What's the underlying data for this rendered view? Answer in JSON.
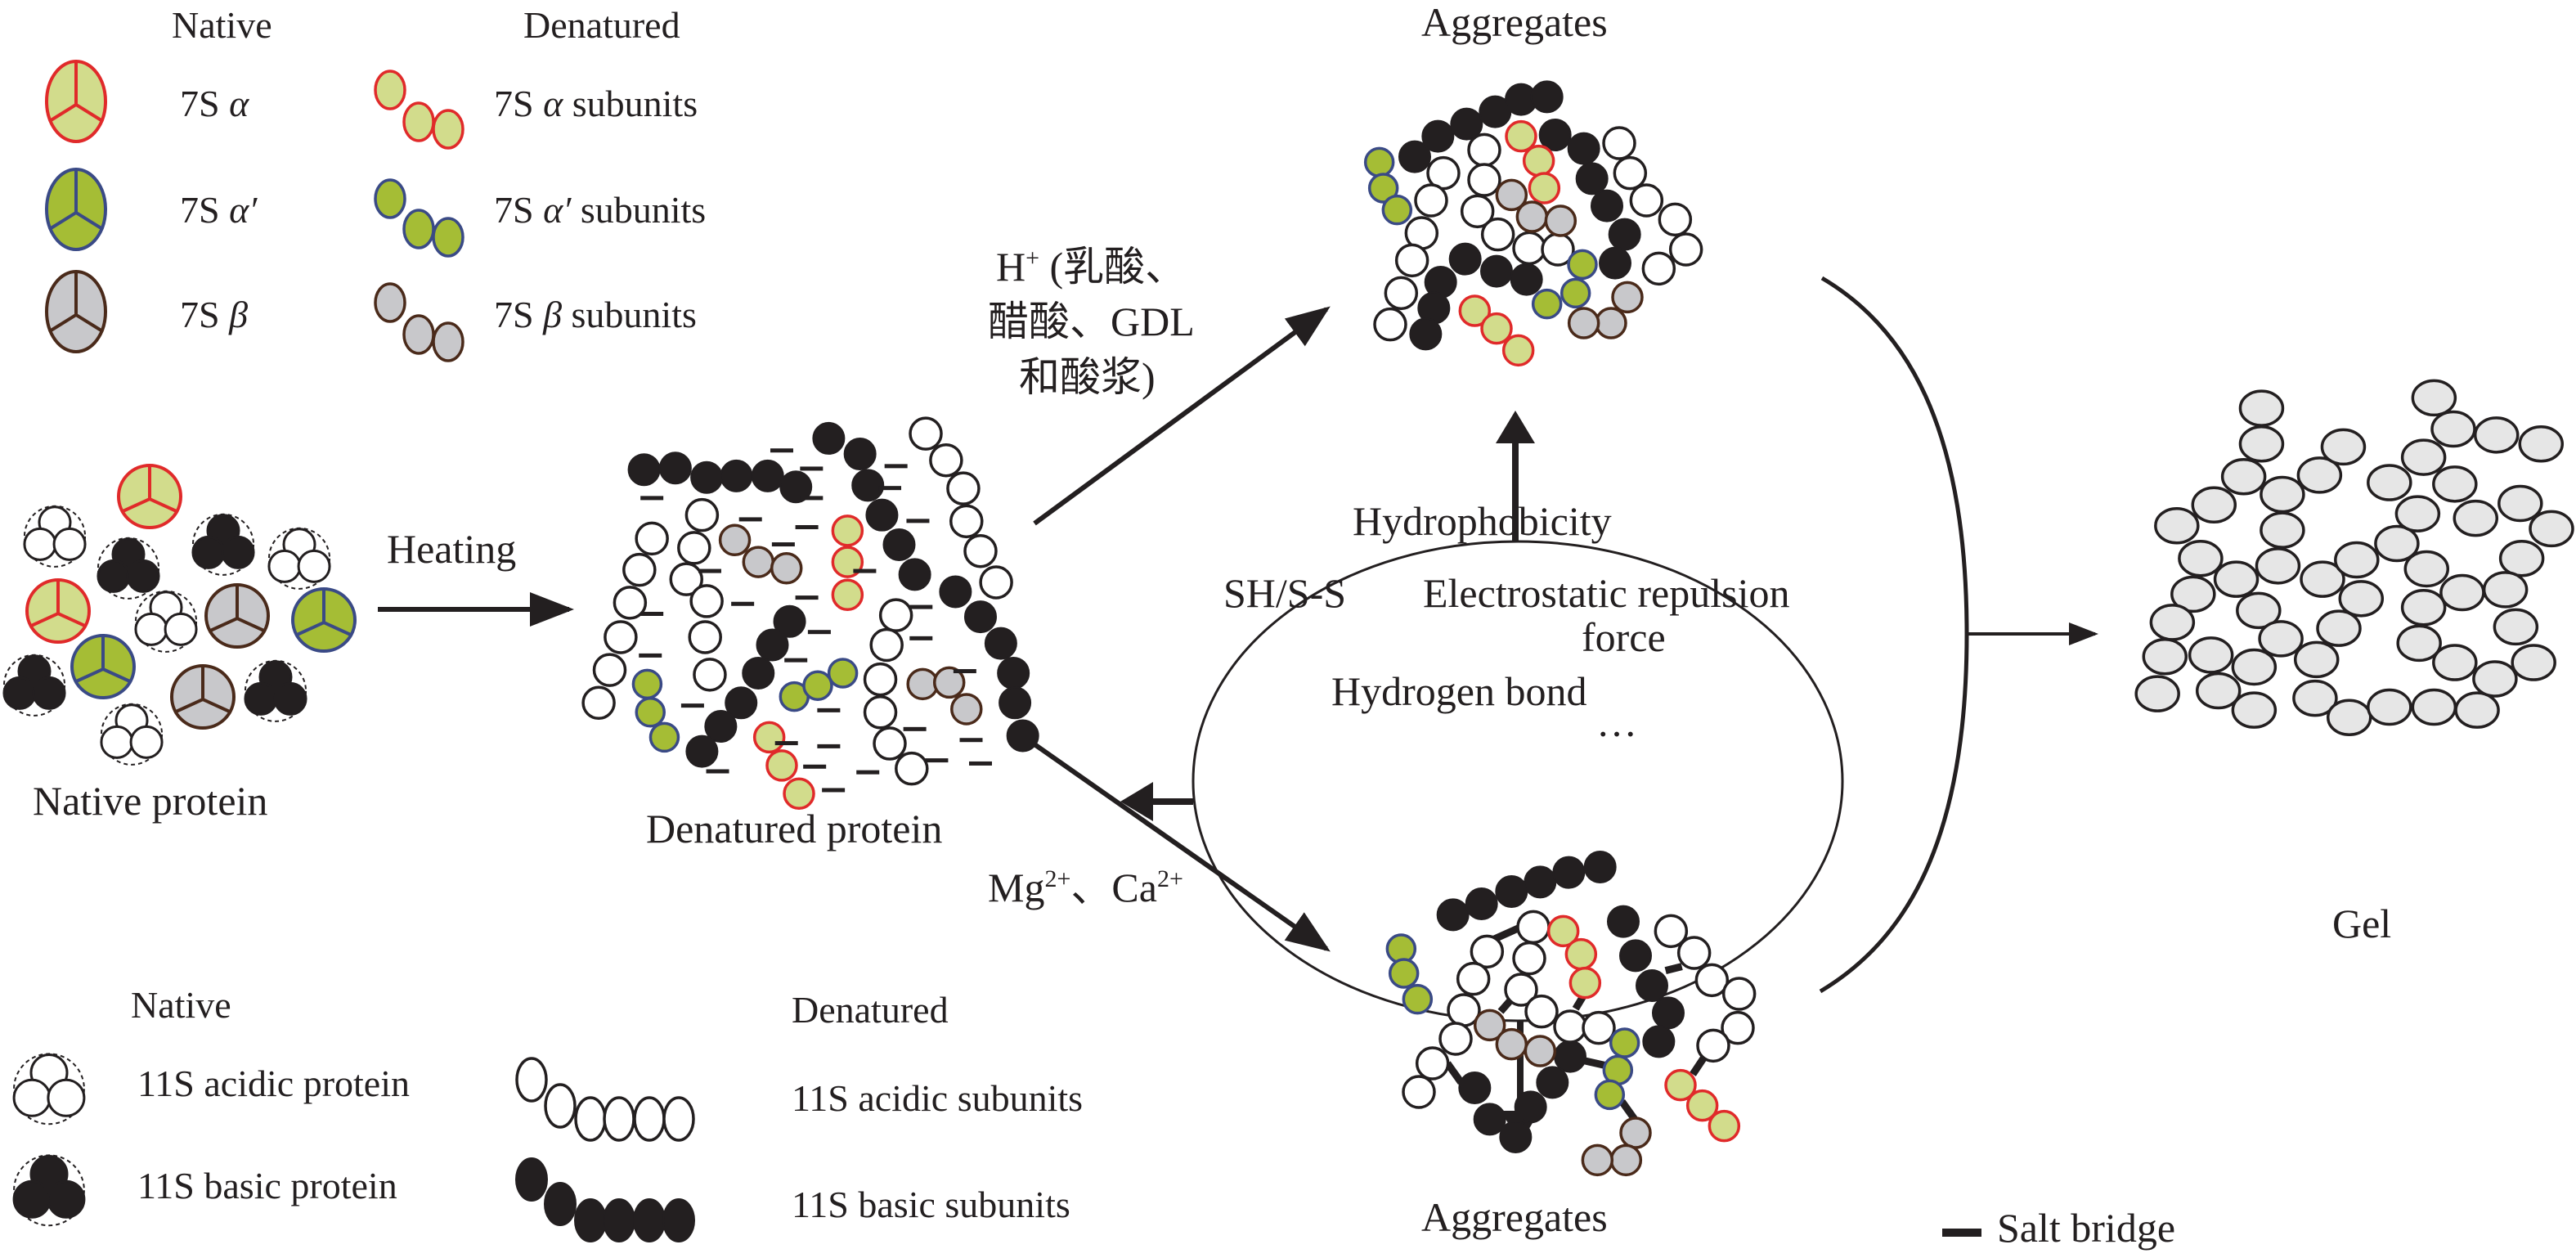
{
  "legend_7s": {
    "native_header": "Native",
    "denatured_header": "Denatured",
    "items": [
      {
        "prefix": "7S ",
        "greek": "α",
        "native_suffix": "",
        "denatured_suffix": " subunits",
        "fill": "#d2dc8c",
        "stroke": "#e02a2a"
      },
      {
        "prefix": "7S ",
        "greek": "α′",
        "native_suffix": "",
        "denatured_suffix": " subunits",
        "fill": "#a5bd35",
        "stroke": "#3a4a86"
      },
      {
        "prefix": "7S ",
        "greek": "β",
        "native_suffix": "",
        "denatured_suffix": " subunits",
        "fill": "#c8c8cb",
        "stroke": "#4a2a1a"
      }
    ]
  },
  "legend_11s": {
    "native_header": "Native",
    "denatured_header": "Denatured",
    "acidic_native": "11S acidic protein",
    "basic_native": "11S basic protein",
    "acidic_denatured": "11S acidic subunits",
    "basic_denatured": "11S basic subunits",
    "acidic_fill": "#ffffff",
    "basic_fill": "#231f20"
  },
  "stages": {
    "native": "Native protein",
    "denatured": "Denatured protein",
    "aggregates_top": "Aggregates",
    "aggregates_bottom": "Aggregates",
    "gel": "Gel"
  },
  "arrows": {
    "heating": "Heating",
    "acid_line1_base": "H",
    "acid_line1_sup": "+",
    "acid_line1_rest": " (乳酸、",
    "acid_line2": "醋酸、GDL",
    "acid_line3": "和酸浆)",
    "salt_mg": "Mg",
    "salt_mg_sup": "2+",
    "salt_sep": "、Ca",
    "salt_ca_sup": "2+"
  },
  "forces": {
    "hydrophobicity": "Hydrophobicity",
    "sh_ss": "SH/S-S",
    "electrostatic_line1": "Electrostatic repulsion",
    "electrostatic_line2": "force",
    "hydrogen_bond": "Hydrogen bond",
    "ellipsis": "…"
  },
  "salt_bridge_legend": "Salt bridge",
  "colors": {
    "ink": "#231f20",
    "alpha_fill": "#d2dc8c",
    "alpha_stroke": "#e02a2a",
    "alphap_fill": "#a5bd35",
    "alphap_stroke": "#3a4a86",
    "beta_fill": "#c8c8cb",
    "beta_stroke": "#4a2a1a",
    "gel_fill": "#e6e6e6"
  }
}
